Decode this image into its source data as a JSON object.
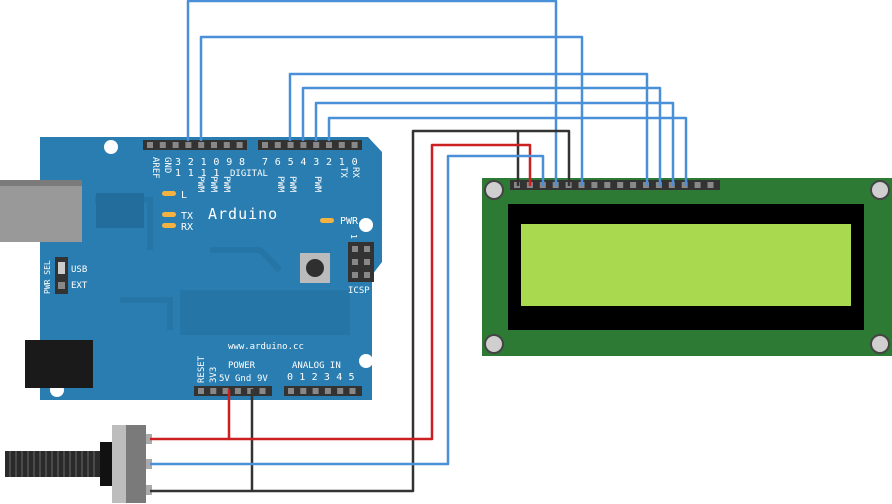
{
  "board": {
    "name": "Arduino",
    "url": "www.arduino.cc",
    "top_left_labels": [
      "AREF",
      "GND"
    ],
    "pins_high": [
      "3",
      "2",
      "1",
      "0",
      "9",
      "8"
    ],
    "pins_low": [
      "7",
      "6",
      "5",
      "4",
      "3",
      "2",
      "1",
      "0"
    ],
    "pins_high_tens": [
      "1",
      "1",
      "1",
      "1"
    ],
    "pwm_label": "PWM",
    "digital_label": "DIGITAL",
    "tx_pin_label": "TX",
    "rx_pin_label": "RX",
    "led_l": "L",
    "led_tx": "TX",
    "led_rx": "RX",
    "led_pwr": "PWR",
    "pwr_sel": "PWR SEL",
    "usb_label": "USB",
    "ext_label": "EXT",
    "icsp_label": "ICSP",
    "icsp_pin1": "1",
    "power_label": "POWER",
    "power_pins": [
      "RESET",
      "3V3"
    ],
    "power_pins_h": [
      "5V",
      "Gnd",
      "9V"
    ],
    "analog_label": "ANALOG IN",
    "analog_pins": [
      "0",
      "1",
      "2",
      "3",
      "4",
      "5"
    ]
  },
  "colors": {
    "board": "#2a7db0",
    "lcd_pcb": "#2d7a35",
    "lcd_screen": "#a9d94f",
    "wire_blue": "#4a90d9",
    "wire_red": "#cc1f1f",
    "wire_black": "#333333"
  }
}
